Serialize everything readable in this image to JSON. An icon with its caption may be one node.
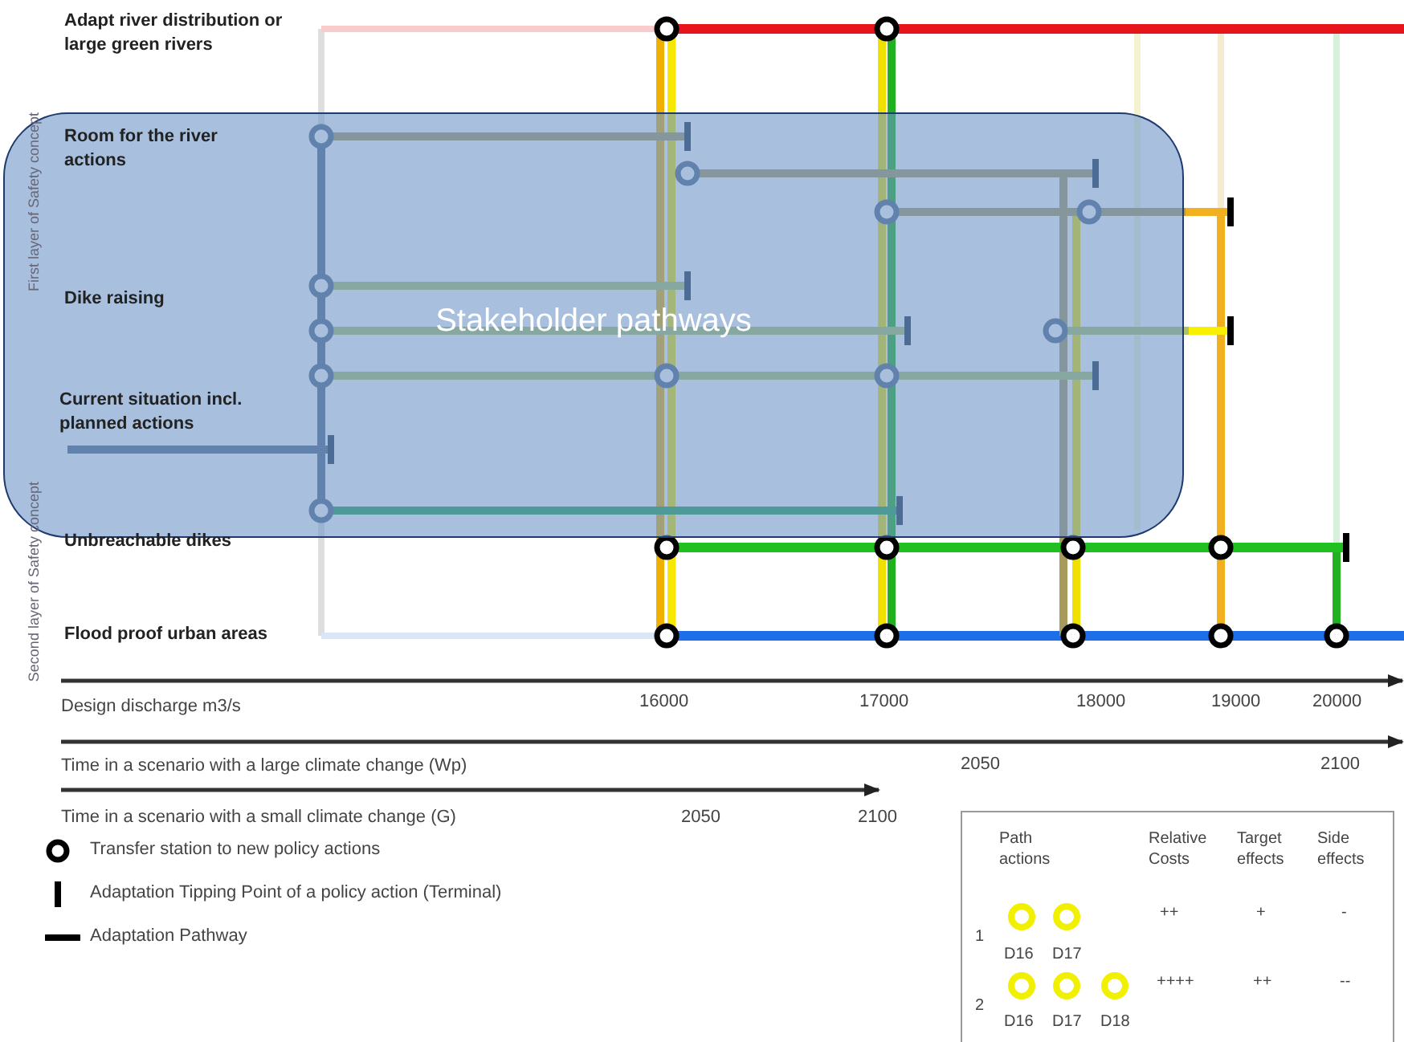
{
  "diagram": {
    "nodes": [
      {
        "text": [
          "Stakeholder pathways"
        ]
      }
    ],
    "edges": [],
    "labels": [
      "Adapt river distribution or large green rivers",
      "First layer of Safety concept",
      "Room for the river actions",
      "Dike raising",
      "Current situation incl. planned actions",
      "Unbreachable dikes",
      "Second layer of Safety concept",
      "Flood proof urban areas",
      "Design discharge m3/s",
      "16000",
      "17000",
      "18000",
      "19000",
      "20000",
      "Time in a scenario with a large climate change (Wp)",
      "2050",
      "2100",
      "Time in a scenario with a small climate change (G)",
      "2050",
      "2100",
      "Path actions",
      "Relative Costs",
      "Target effects",
      "Side effects",
      "1",
      "D16",
      "D17",
      "++",
      "+",
      "-",
      "2",
      "D16",
      "D17",
      "D18",
      "++++",
      "++",
      "--"
    ],
    "legend": [
      {
        "text": "Transfer station to new policy actions"
      },
      {
        "text": "Adaptation Tipping Point of a policy action (Terminal)"
      },
      {
        "text": "Adaptation Pathway"
      }
    ]
  }
}
